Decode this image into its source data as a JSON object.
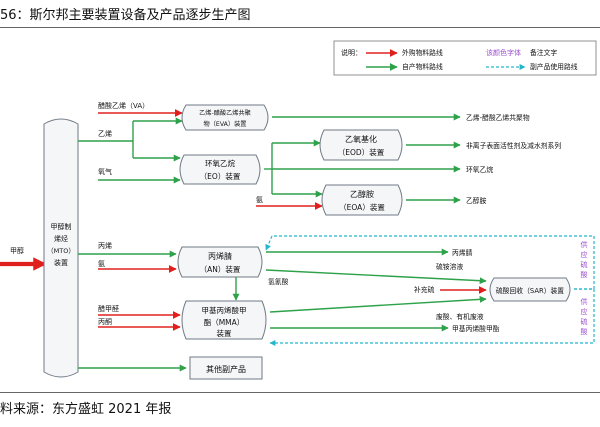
{
  "title": "56：斯尔邦主要装置设备及产品逐步生产图",
  "source": "料来源：东方盛虹 2021 年报",
  "legend": {
    "prefix": "说明：",
    "purchased": "外购物料路线",
    "own": "自产物料路线",
    "red_font_label": "该颜色字体",
    "note_text": "备注文字",
    "byproduct": "副产品使用路线"
  },
  "colors": {
    "red": "#e0201e",
    "green": "#2ea24a",
    "cyan": "#26b6cc",
    "purple": "#9b4fd0",
    "box_border": "#6f7a84",
    "box_fill": "#f5f6f8"
  },
  "nodes": {
    "mto": [
      "甲醇制",
      "烯烃",
      "（MTO）",
      "装置"
    ],
    "eva": [
      "乙烯-醋酸乙烯共聚",
      "物（EVA）装置"
    ],
    "eo": [
      "环氧乙烷",
      "（EO）装置"
    ],
    "eod": [
      "乙氧基化",
      "（EOD）装置"
    ],
    "eoa": [
      "乙醇胺",
      "（EOA）装置"
    ],
    "an": [
      "丙烯腈",
      "（AN）装置"
    ],
    "mma": [
      "甲基丙烯酸甲",
      "酯（MMA）",
      "装置"
    ],
    "sar": "硫酸回收（SAR）装置",
    "other": "其他副产品"
  },
  "inputs": {
    "methanol": "甲醇",
    "va": "醋酸乙烯（VA）",
    "ethylene": "乙烯",
    "oxygen": "氧气",
    "ammonia_eoa": "氨",
    "propylene": "丙烯",
    "ammonia_an": "氨",
    "acetone_cyanohydrin_src": "醋甲醛",
    "acetone": "丙酮",
    "sulfur": "补充硫"
  },
  "outputs": {
    "eva": "乙烯-醋酸乙烯共聚物",
    "eod": "非离子表面活性剂及减水剂系列",
    "eo": "环氧乙烷",
    "eoa": "乙醇胺",
    "an": "丙烯腈",
    "mma": "甲基丙烯酸甲酯"
  },
  "flows": {
    "ammonium_sulfate_waste": "硫铵溶液",
    "hcn": "氢氰酸",
    "spent_acid": "废酸、有机废液"
  },
  "side_labels": {
    "sulfuric_top": [
      "供",
      "应",
      "硫",
      "酸"
    ],
    "sulfuric_bottom": [
      "供",
      "应",
      "硫",
      "酸"
    ]
  }
}
